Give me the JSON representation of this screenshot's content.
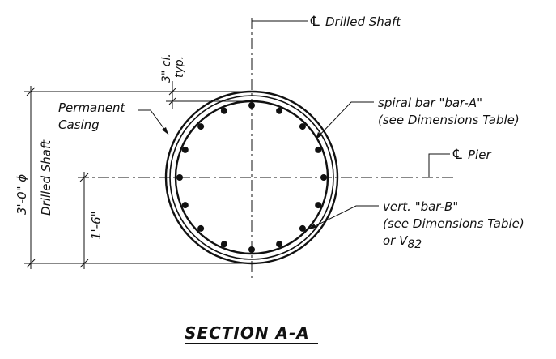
{
  "labels": {
    "drilled_shaft_cl": "Drilled Shaft",
    "pier_cl": "Pier",
    "cl_symbol": "℄",
    "clearance_top": "3\" cl.",
    "clearance_bottom": "typ.",
    "casing_line1": "Permanent",
    "casing_line2": "Casing",
    "spiral_line1": "spiral bar \"bar-A\"",
    "spiral_line2": "(see Dimensions Table)",
    "vert_line1": "vert. \"bar-B\"",
    "vert_line2": "(see Dimensions Table)",
    "vert_line3_prefix": "or V",
    "vert_line3_sub": "82",
    "diameter_dim": "3'-0\" ϕ",
    "diameter_caption": "Drilled Shaft",
    "radius_dim": "1'-6\"",
    "section_title": "SECTION A-A"
  }
}
